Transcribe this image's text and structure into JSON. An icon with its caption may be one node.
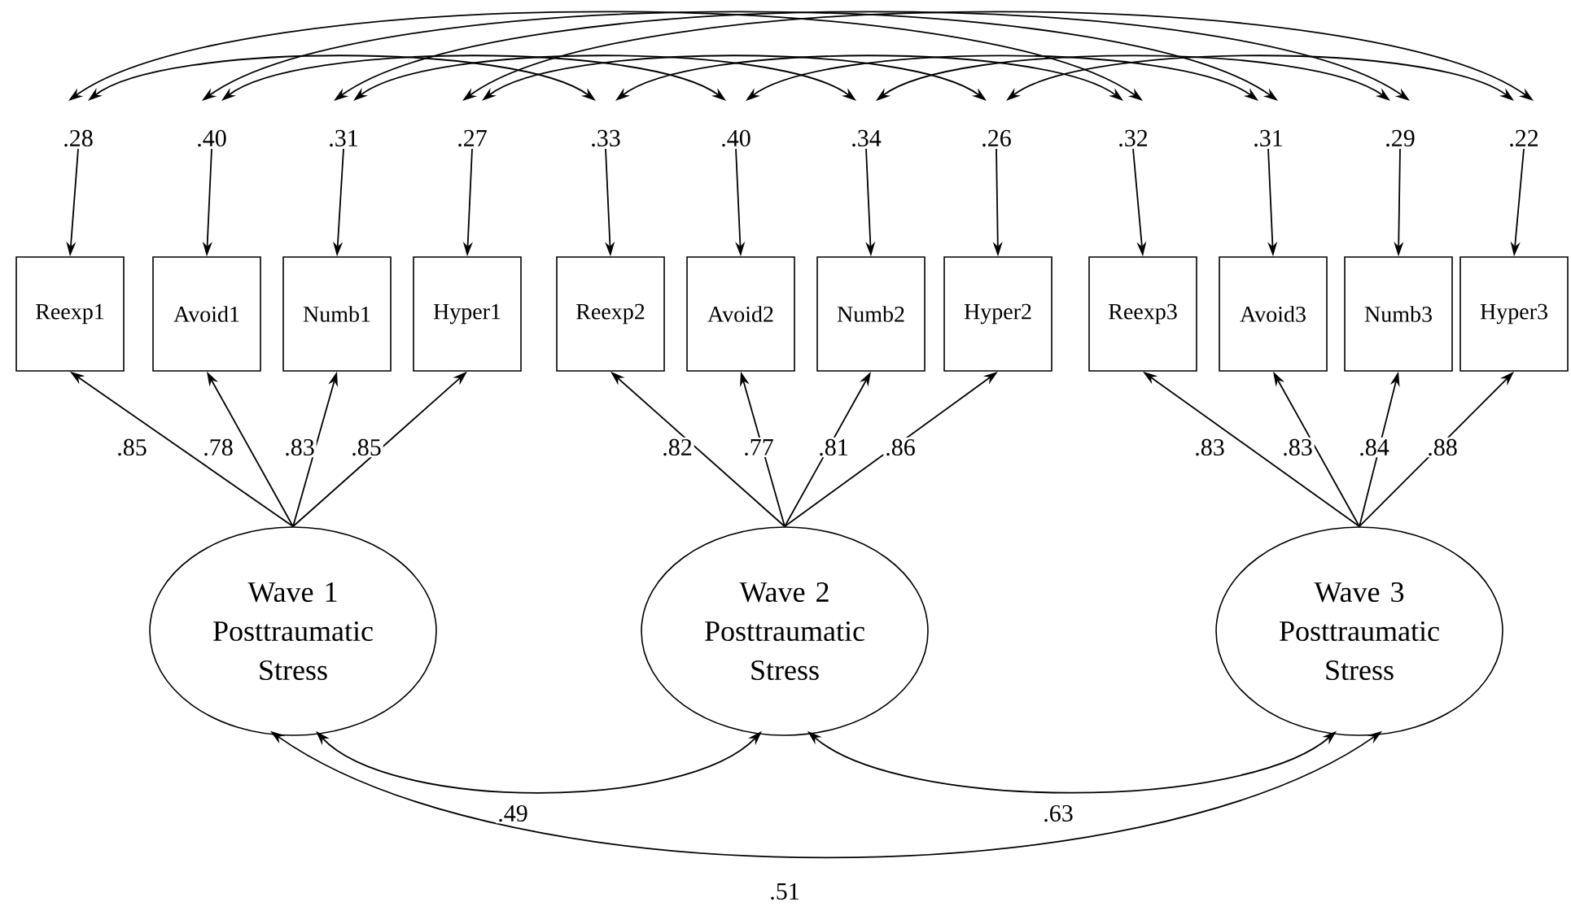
{
  "diagram": {
    "nodes": [
      {
        "text": [
          ".28"
        ]
      },
      {
        "text": [
          ".40"
        ]
      },
      {
        "text": [
          ".31"
        ]
      },
      {
        "text": [
          ".27"
        ]
      },
      {
        "text": [
          ".33"
        ]
      },
      {
        "text": [
          ".40"
        ]
      },
      {
        "text": [
          ".34"
        ]
      },
      {
        "text": [
          ".26"
        ]
      },
      {
        "text": [
          ".32"
        ]
      },
      {
        "text": [
          ".31"
        ]
      },
      {
        "text": [
          ".29"
        ]
      },
      {
        "text": [
          ".22"
        ]
      },
      {
        "text": [
          "Reexp1"
        ]
      },
      {
        "text": [
          "Avoid1"
        ]
      },
      {
        "text": [
          "Numb1"
        ]
      },
      {
        "text": [
          "Hyper1"
        ]
      },
      {
        "text": [
          "Reexp2"
        ]
      },
      {
        "text": [
          "Avoid2"
        ]
      },
      {
        "text": [
          "Numb2"
        ]
      },
      {
        "text": [
          "Hyper2"
        ]
      },
      {
        "text": [
          "Reexp3"
        ]
      },
      {
        "text": [
          "Avoid3"
        ]
      },
      {
        "text": [
          "Numb3"
        ]
      },
      {
        "text": [
          "Hyper3"
        ]
      },
      {
        "text": [
          "Wave 1 Posttraumatic Stress"
        ]
      },
      {
        "text": [
          "Wave 2 Posttraumatic Stress"
        ]
      },
      {
        "text": [
          "Wave 3 Posttraumatic Stress"
        ]
      }
    ],
    "edges": [
      {
        "from": 0,
        "to": 12,
        "arrow": "to"
      },
      {
        "from": 1,
        "to": 13,
        "arrow": "to"
      },
      {
        "from": 2,
        "to": 14,
        "arrow": "to"
      },
      {
        "from": 3,
        "to": 15,
        "arrow": "to"
      },
      {
        "from": 4,
        "to": 16,
        "arrow": "to"
      },
      {
        "from": 5,
        "to": 17,
        "arrow": "to"
      },
      {
        "from": 6,
        "to": 18,
        "arrow": "to"
      },
      {
        "from": 7,
        "to": 19,
        "arrow": "to"
      },
      {
        "from": 8,
        "to": 20,
        "arrow": "to"
      },
      {
        "from": 9,
        "to": 21,
        "arrow": "to"
      },
      {
        "from": 10,
        "to": 22,
        "arrow": "to"
      },
      {
        "from": 11,
        "to": 23,
        "arrow": "to"
      },
      {
        "from": 24,
        "to": 12,
        "arrow": "to",
        "label": ".85"
      },
      {
        "from": 24,
        "to": 13,
        "arrow": "to",
        "label": ".78"
      },
      {
        "from": 24,
        "to": 14,
        "arrow": "to",
        "label": ".83"
      },
      {
        "from": 24,
        "to": 15,
        "arrow": "to",
        "label": ".85"
      },
      {
        "from": 25,
        "to": 16,
        "arrow": "to",
        "label": ".82"
      },
      {
        "from": 25,
        "to": 17,
        "arrow": "to",
        "label": ".77"
      },
      {
        "from": 25,
        "to": 18,
        "arrow": "to",
        "label": ".81"
      },
      {
        "from": 25,
        "to": 19,
        "arrow": "to",
        "label": ".86"
      },
      {
        "from": 26,
        "to": 20,
        "arrow": "to",
        "label": ".83"
      },
      {
        "from": 26,
        "to": 21,
        "arrow": "to",
        "label": ".83"
      },
      {
        "from": 26,
        "to": 22,
        "arrow": "to",
        "label": ".84"
      },
      {
        "from": 26,
        "to": 23,
        "arrow": "to",
        "label": ".88"
      },
      {
        "from": 0,
        "to": 4,
        "arrow": "both"
      },
      {
        "from": 1,
        "to": 5,
        "arrow": "both"
      },
      {
        "from": 2,
        "to": 6,
        "arrow": "both"
      },
      {
        "from": 3,
        "to": 7,
        "arrow": "both"
      },
      {
        "from": 4,
        "to": 8,
        "arrow": "both"
      },
      {
        "from": 5,
        "to": 9,
        "arrow": "both"
      },
      {
        "from": 6,
        "to": 10,
        "arrow": "both"
      },
      {
        "from": 7,
        "to": 11,
        "arrow": "both"
      },
      {
        "from": 0,
        "to": 8,
        "arrow": "both"
      },
      {
        "from": 1,
        "to": 9,
        "arrow": "both"
      },
      {
        "from": 2,
        "to": 10,
        "arrow": "both"
      },
      {
        "from": 3,
        "to": 11,
        "arrow": "both"
      },
      {
        "from": 24,
        "to": 25,
        "arrow": "both",
        "label": ".49"
      },
      {
        "from": 25,
        "to": 26,
        "arrow": "both",
        "label": ".63"
      },
      {
        "from": 24,
        "to": 26,
        "arrow": "both",
        "label": ".51"
      }
    ]
  }
}
